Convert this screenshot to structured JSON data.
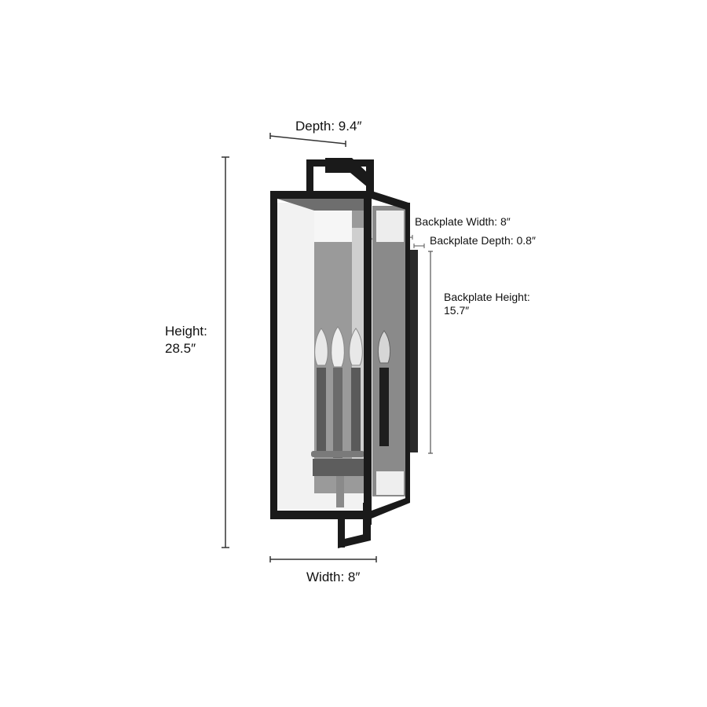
{
  "diagram": {
    "type": "product-dimension-diagram",
    "subject": "outdoor wall lantern with four candle bulbs",
    "colors": {
      "frame": "#1a1a1a",
      "dimension_line": "#333333",
      "backplate": "#2b2b2b",
      "glass_tint": "#d9d9d9"
    },
    "dimensions": {
      "depth": {
        "label": "Depth: 9.4″"
      },
      "height": {
        "label_line1": "Height:",
        "label_line2": "28.5″"
      },
      "width": {
        "label": "Width: 8″"
      },
      "backplate_width": {
        "label": "Backplate Width: 8″"
      },
      "backplate_depth": {
        "label": "Backplate Depth: 0.8″"
      },
      "backplate_height": {
        "label_line1": "Backplate Height:",
        "label_line2": "15.7″"
      }
    }
  }
}
